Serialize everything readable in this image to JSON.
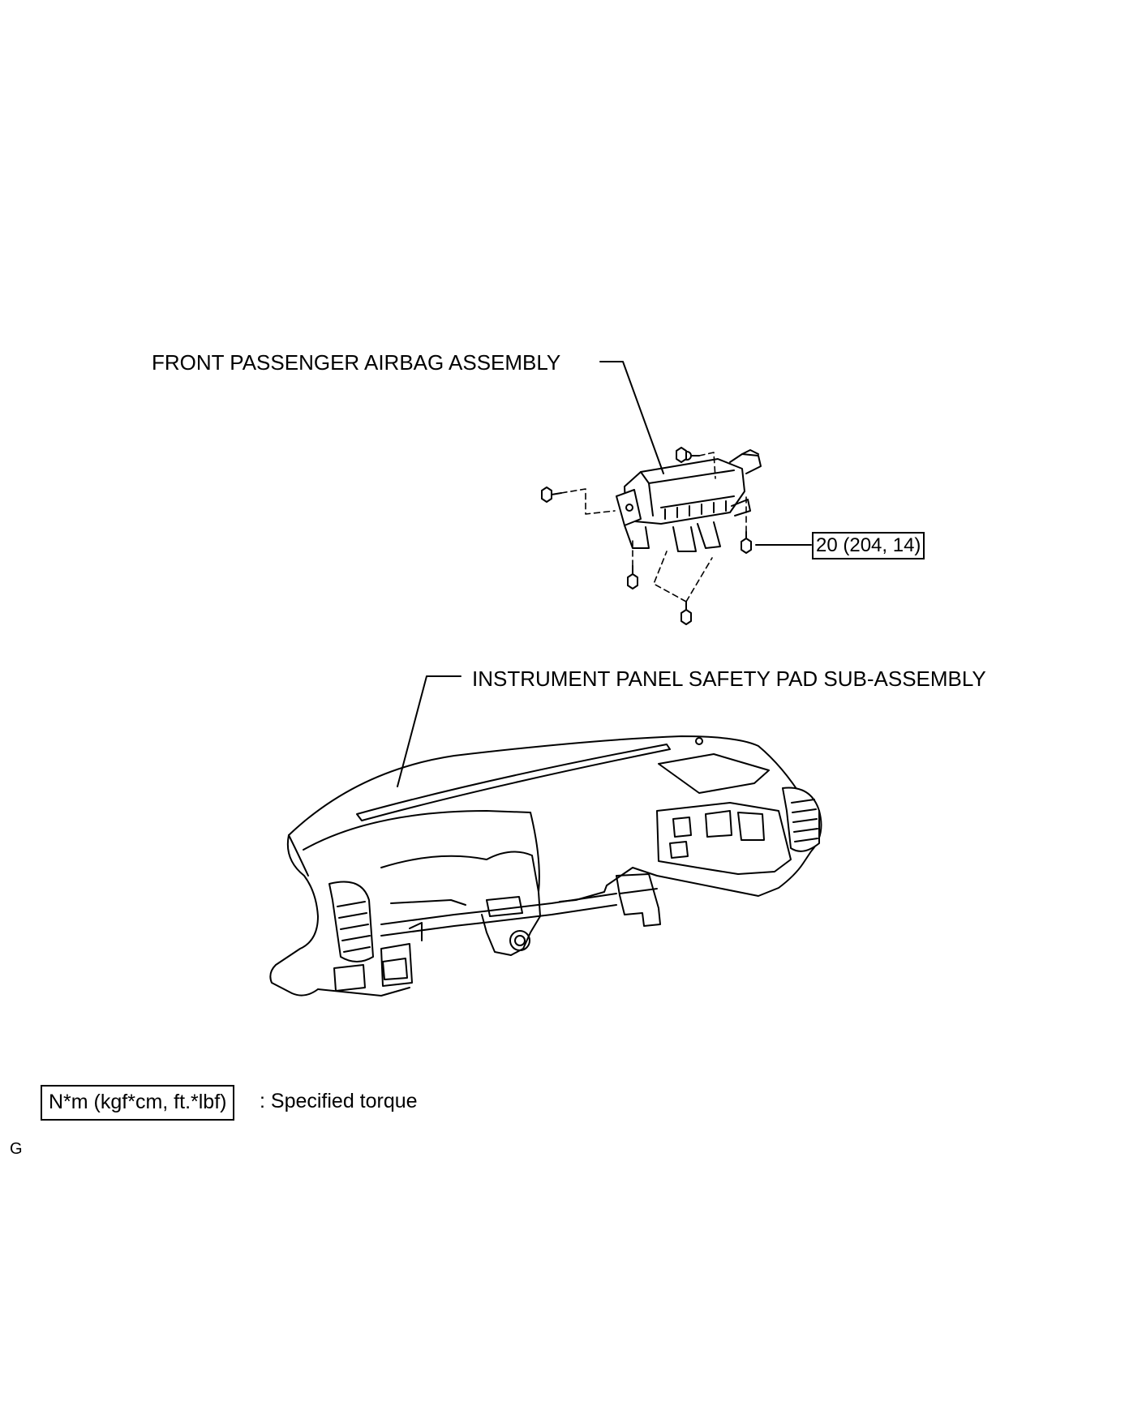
{
  "labels": {
    "airbag": "FRONT PASSENGER AIRBAG ASSEMBLY",
    "safety_pad": "INSTRUMENT PANEL SAFETY PAD SUB-ASSEMBLY",
    "torque_value": "20 (204, 14)"
  },
  "legend": {
    "unit_box": "N*m (kgf*cm, ft.*lbf)",
    "text": ": Specified torque"
  },
  "corner_code": "G"
}
